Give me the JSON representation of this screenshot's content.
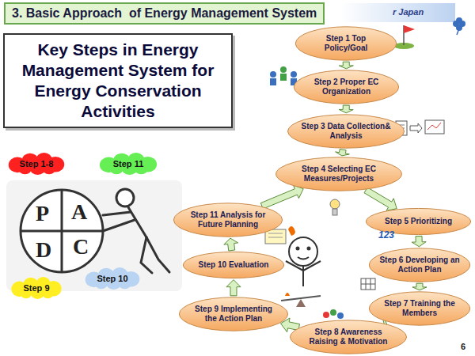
{
  "diagram": {
    "title": "3. Basic Approach  of Energy Management System",
    "nodes": [
      {
        "text": [
          "Key Steps in Energy Management System for Energy Conservation Activities"
        ]
      },
      {
        "text": [
          "Step 1 Top Policy/Goal"
        ]
      },
      {
        "text": [
          "Step 2 Proper EC Organization"
        ]
      },
      {
        "text": [
          "Step 3 Data Collection& Analysis"
        ]
      },
      {
        "text": [
          "Step 4 Selecting EC Measures/Projects"
        ]
      },
      {
        "text": [
          "Step 5 Prioritizing"
        ]
      },
      {
        "text": [
          "Step 6 Developing an Action Plan"
        ]
      },
      {
        "text": [
          "Step 7 Training the Members"
        ]
      },
      {
        "text": [
          "Step 8 Awareness Raising & Motivation"
        ]
      },
      {
        "text": [
          "Step 9 Implementing the Action Plan"
        ]
      },
      {
        "text": [
          "Step 10 Evaluation"
        ]
      },
      {
        "text": [
          "Step 11 Analysis for Future Planning"
        ]
      },
      {
        "text": [
          "Step 1-8"
        ]
      },
      {
        "text": [
          "Step 11"
        ]
      },
      {
        "text": [
          "Step 9"
        ]
      },
      {
        "text": [
          "Step 10"
        ]
      }
    ],
    "edges": [
      {
        "from": 1,
        "to": 2,
        "arrow": "to"
      },
      {
        "from": 2,
        "to": 3,
        "arrow": "to"
      },
      {
        "from": 3,
        "to": 4,
        "arrow": "to"
      },
      {
        "from": 4,
        "to": 5,
        "arrow": "to"
      },
      {
        "from": 5,
        "to": 6,
        "arrow": "to"
      },
      {
        "from": 6,
        "to": 7,
        "arrow": "to"
      },
      {
        "from": 7,
        "to": 8,
        "arrow": "to"
      },
      {
        "from": 8,
        "to": 9,
        "arrow": "to"
      },
      {
        "from": 9,
        "to": 10,
        "arrow": "to"
      },
      {
        "from": 10,
        "to": 11,
        "arrow": "to"
      },
      {
        "from": 11,
        "to": 4,
        "arrow": "to"
      }
    ],
    "labels": [
      "r Japan",
      "P",
      "A",
      "D",
      "C",
      "123",
      "6"
    ]
  }
}
